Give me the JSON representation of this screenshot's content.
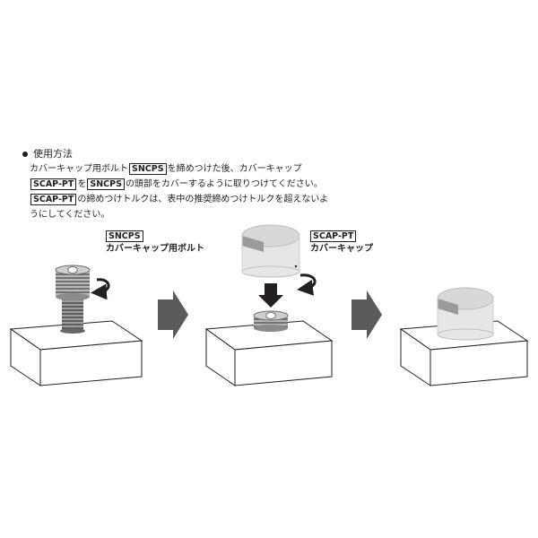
{
  "instructions": {
    "heading": "使用方法",
    "line1": {
      "pre": "カバーキャップ用ボルト",
      "tag": "SNCPS",
      "post": "を締めつけた後、カバーキャップ"
    },
    "line2": {
      "tag1": "SCAP-PT",
      "mid1": "を",
      "tag2": "SNCPS",
      "post": "の頭部をカバーするように取りつけてください。"
    },
    "line3": {
      "tag": "SCAP-PT",
      "post": "の締めつけトルクは、表中の推奨締めつけトルクを超えないよ"
    },
    "line4": {
      "text": "うにしてください。"
    }
  },
  "callouts": {
    "bolt": {
      "code": "SNCPS",
      "name": "カバーキャップ用ボルト"
    },
    "cap": {
      "code": "SCAP-PT",
      "name": "カバーキャップ"
    }
  },
  "colors": {
    "ink": "#231f20",
    "arrow": "#5a5a5a",
    "block_outline": "#231f20",
    "cap_fill": "#e6e6e6",
    "bolt_fill": "#b8b8b8"
  },
  "icons": [
    "rotation-arrow-icon",
    "down-arrow-icon",
    "step-arrow-icon"
  ]
}
